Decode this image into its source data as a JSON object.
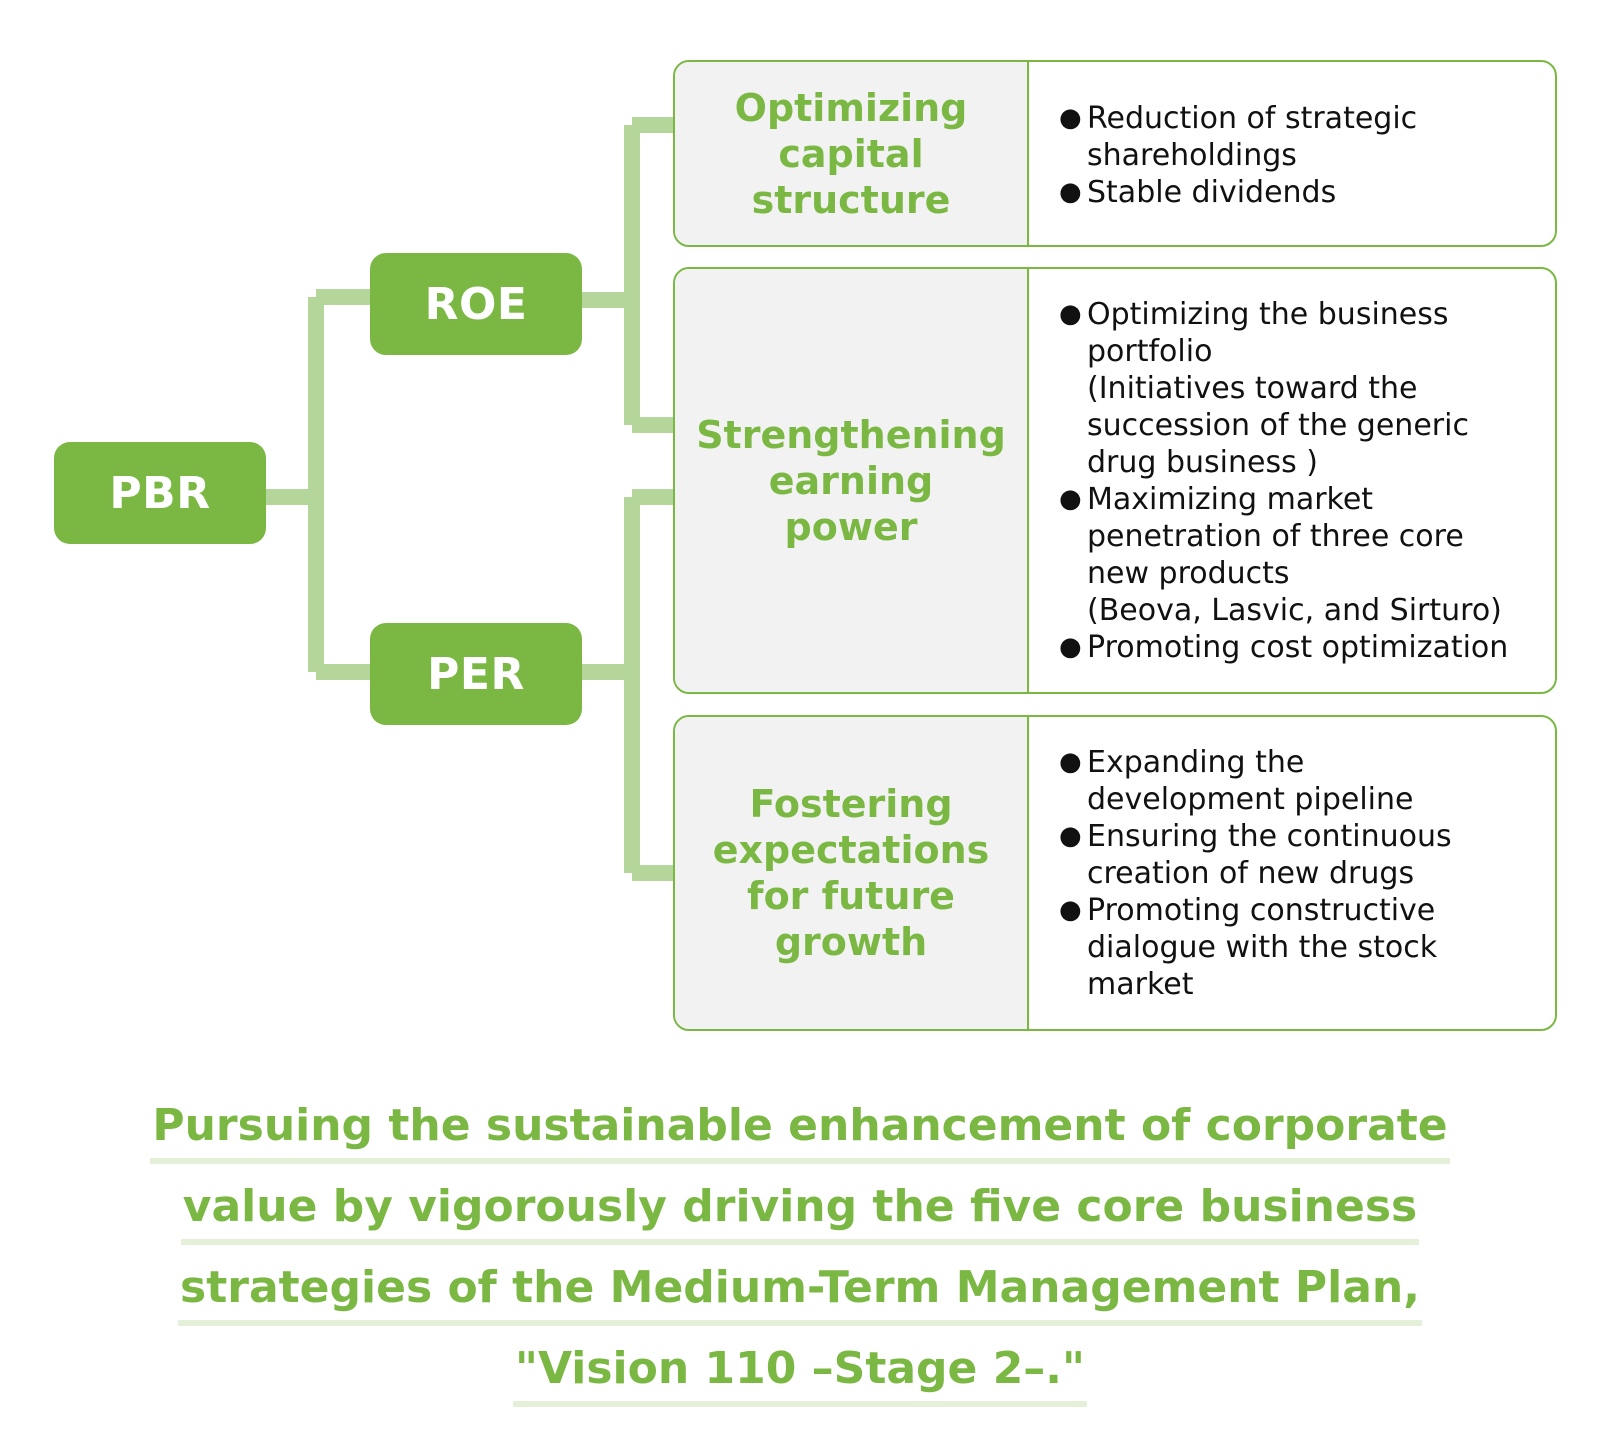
{
  "nodes": {
    "pbr": "PBR",
    "roe": "ROE",
    "per": "PER"
  },
  "cards": [
    {
      "title": "Optimizing\ncapital\nstructure",
      "items": [
        "Reduction of strategic\nshareholdings",
        "Stable dividends"
      ]
    },
    {
      "title": "Strengthening\nearning\npower",
      "items": [
        "Optimizing the business\n portfolio\n(Initiatives toward the\nsuccession of the generic\ndrug business )",
        "Maximizing market\npenetration of three core\nnew products\n(Beova, Lasvic, and Sirturo)",
        "Promoting cost optimization"
      ]
    },
    {
      "title": "Fostering\nexpectations\nfor future\ngrowth",
      "items": [
        "Expanding the\ndevelopment pipeline",
        "Ensuring the continuous\ncreation of new drugs",
        "Promoting constructive\ndialogue with the stock\nmarket"
      ]
    }
  ],
  "bullet_glyph": "●",
  "conclusion": [
    "Pursuing the sustainable enhancement of corporate",
    "value by vigorously driving the five core business",
    "strategies of the Medium-Term Management Plan,",
    "\"Vision 110 –Stage 2–.\""
  ],
  "colors": {
    "accent": "#7ab843",
    "connector": "#b5d69a",
    "card_head_bg": "#f2f2f2",
    "underline": "#e4f0d8"
  }
}
